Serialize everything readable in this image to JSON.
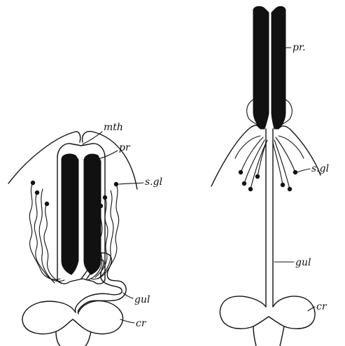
{
  "figure": {
    "left_labels": {
      "mouth": "mth",
      "proboscis": "pr",
      "salivary_gland": "s.gl",
      "gullet": "gul",
      "crop": "cr"
    },
    "right_labels": {
      "proboscis": "pr.",
      "salivary_gland": "s.gl",
      "gullet": "gul",
      "crop": "cr"
    },
    "colors": {
      "ink": "#111111",
      "paper": "#ffffff"
    }
  }
}
